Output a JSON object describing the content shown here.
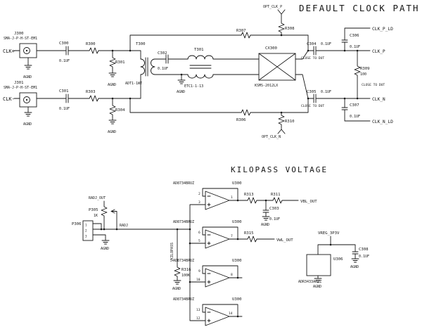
{
  "clock": {
    "title": "DEFAULT CLOCK PATH",
    "gnd": "AGND",
    "note_close_to_dut": "CLOSE TO DUT",
    "nets": {
      "clk_plus": "CLK+",
      "clk_minus": "CLK-",
      "opt_clk_p": "OPT_CLK_P",
      "opt_clk_n": "OPT_CLK_N",
      "clk_p_ld": "CLK_P_LD",
      "clk_p": "CLK_P",
      "clk_n": "CLK_N",
      "clk_n_ld": "CLK_N_LD"
    },
    "components": {
      "j300": {
        "ref": "J300",
        "part": "SMA-J-P-H-ST-EM1"
      },
      "j301": {
        "ref": "J301",
        "part": "SMA-J-P-H-ST-EM1"
      },
      "c300": {
        "ref": "C300",
        "val": "0.1UF"
      },
      "c301": {
        "ref": "C301",
        "val": "0.1UF"
      },
      "c302": {
        "ref": "C302",
        "val": "0.1UF"
      },
      "c304": {
        "ref": "C304",
        "val": "0.1UF"
      },
      "c305": {
        "ref": "C305",
        "val": "0.1UF"
      },
      "c306": {
        "ref": "C306",
        "val": "0.1UF"
      },
      "c307": {
        "ref": "C307",
        "val": "0.1UF"
      },
      "r300": {
        "ref": "R300"
      },
      "r301": {
        "ref": "R301"
      },
      "r303": {
        "ref": "R303"
      },
      "r304": {
        "ref": "R304"
      },
      "r306": {
        "ref": "R306"
      },
      "r307": {
        "ref": "R307"
      },
      "r308": {
        "ref": "R308"
      },
      "r309": {
        "ref": "R309",
        "val": "100"
      },
      "r310": {
        "ref": "R310"
      },
      "t300": {
        "ref": "T300",
        "part": "ADT1-1WT"
      },
      "t301": {
        "ref": "T301",
        "part": "ETC1-1-13"
      },
      "cx300": {
        "ref": "CX300",
        "part": "KSMS-2012LX"
      }
    }
  },
  "kilopass": {
    "title": "KILOPASS VOLTAGE",
    "gnd": "AGND",
    "nets": {
      "radj_out": "RADJ_OUT",
      "radj": "RADJ",
      "vkilopass": "VKILOPASS",
      "vbl_out": "VBL_OUT",
      "vwl_out": "VWL_OUT",
      "vreg_3p3v": "VREG_3P3V"
    },
    "opamps": [
      {
        "ref": "U300",
        "part": "AD8734BRUZ",
        "pin_minus": "2",
        "pin_plus": "3",
        "pin_out": "1"
      },
      {
        "ref": "U300",
        "part": "AD8734BRUZ",
        "pin_minus": "6",
        "pin_plus": "5",
        "pin_out": "7"
      },
      {
        "ref": "U300",
        "part": "AD8734BRUZ",
        "pin_minus": "9",
        "pin_plus": "10",
        "pin_out": "8"
      },
      {
        "ref": "U300",
        "part": "AD8734BRUZ",
        "pin_minus": "13",
        "pin_plus": "12",
        "pin_out": "14"
      }
    ],
    "components": {
      "r311": {
        "ref": "R311"
      },
      "r313": {
        "ref": "R313"
      },
      "r315": {
        "ref": "R315"
      },
      "r316": {
        "ref": "R316",
        "val": "100K"
      },
      "c303": {
        "ref": "C303",
        "val": "0.1UF"
      },
      "c308": {
        "ref": "C308",
        "val": "0.1UF"
      },
      "p305": {
        "ref": "P305",
        "val": "1K"
      },
      "p306": {
        "ref": "P306",
        "pins": [
          "1",
          "2",
          "3"
        ]
      },
      "u306": {
        "ref": "U306",
        "part": "ADR3433ARJZ"
      }
    }
  }
}
